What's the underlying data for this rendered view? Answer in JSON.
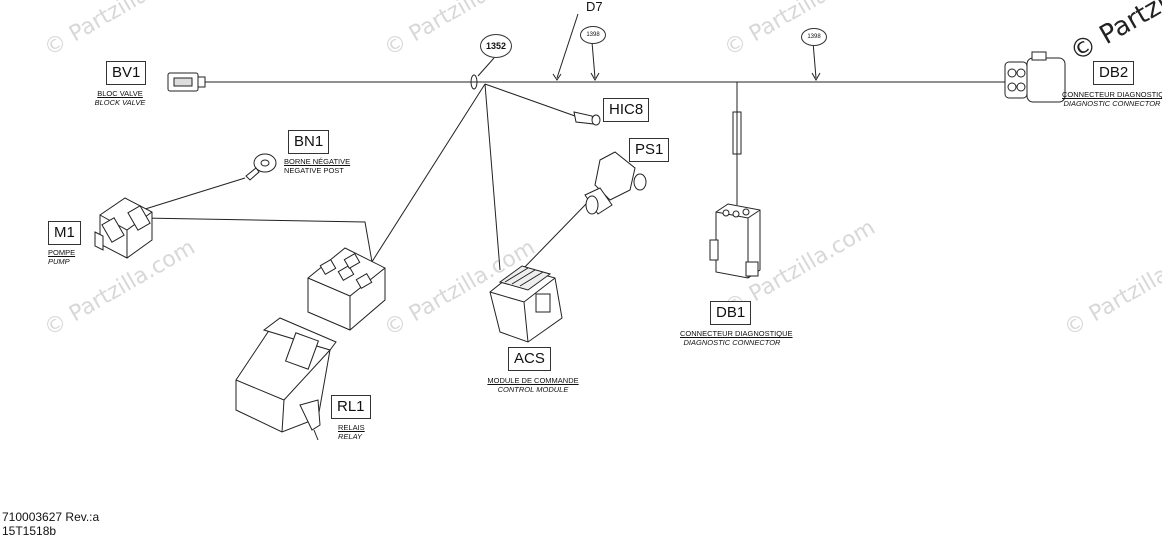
{
  "watermark": "© Partzilla.com",
  "corner_watermark": "© Partzilla",
  "wire_label": "D7",
  "part_refs": {
    "ref1352": "1352",
    "ref1398a": "1398",
    "ref1398b": "1398"
  },
  "components": {
    "bv1": {
      "code": "BV1",
      "fr": "BLOC VALVE",
      "en": "BLOCK VALVE"
    },
    "bn1": {
      "code": "BN1",
      "fr": "BORNE NÉGATIVE",
      "en": "NEGATIVE POST"
    },
    "m1": {
      "code": "M1",
      "fr": "POMPE",
      "en": "PUMP"
    },
    "hic8": {
      "code": "HIC8"
    },
    "ps1": {
      "code": "PS1"
    },
    "db2": {
      "code": "DB2",
      "fr": "CONNECTEUR DIAGNOSTIQUE",
      "en": "DIAGNOSTIC CONNECTOR"
    },
    "db1": {
      "code": "DB1",
      "fr": "CONNECTEUR DIAGNOSTIQUE",
      "en": "DIAGNOSTIC CONNECTOR"
    },
    "acs": {
      "code": "ACS",
      "fr": "MODULE DE COMMANDE",
      "en": "CONTROL MODULE"
    },
    "rl1": {
      "code": "RL1",
      "fr": "RELAIS",
      "en": "RELAY"
    }
  },
  "footer": {
    "doc_number": "710003627 Rev.:a",
    "drawing_id": "15T1518b"
  }
}
